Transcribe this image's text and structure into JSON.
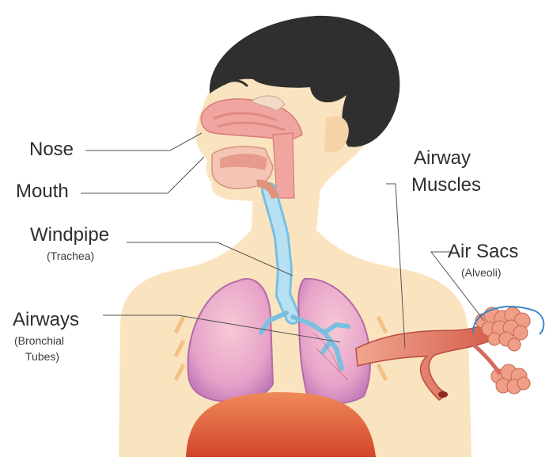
{
  "labels": {
    "nose": "Nose",
    "mouth": "Mouth",
    "windpipe": "Windpipe",
    "windpipe_sub": "(Trachea)",
    "airways": "Airways",
    "airways_sub_1": "(Bronchial",
    "airways_sub_2": "Tubes)",
    "airway_muscles_1": "Airway",
    "airway_muscles_2": "Muscles",
    "air_sacs": "Air Sacs",
    "air_sacs_sub": "(Alveoli)"
  },
  "colors": {
    "skin": "#fae4bf",
    "hair": "#2f2f2f",
    "lung": "#d98cc4",
    "trachea": "#9fd3ea",
    "diaphragm": "#e2673f",
    "alveoli": "#ee9b82",
    "muscle": "#e88a7a",
    "leader_line": "#555555"
  }
}
